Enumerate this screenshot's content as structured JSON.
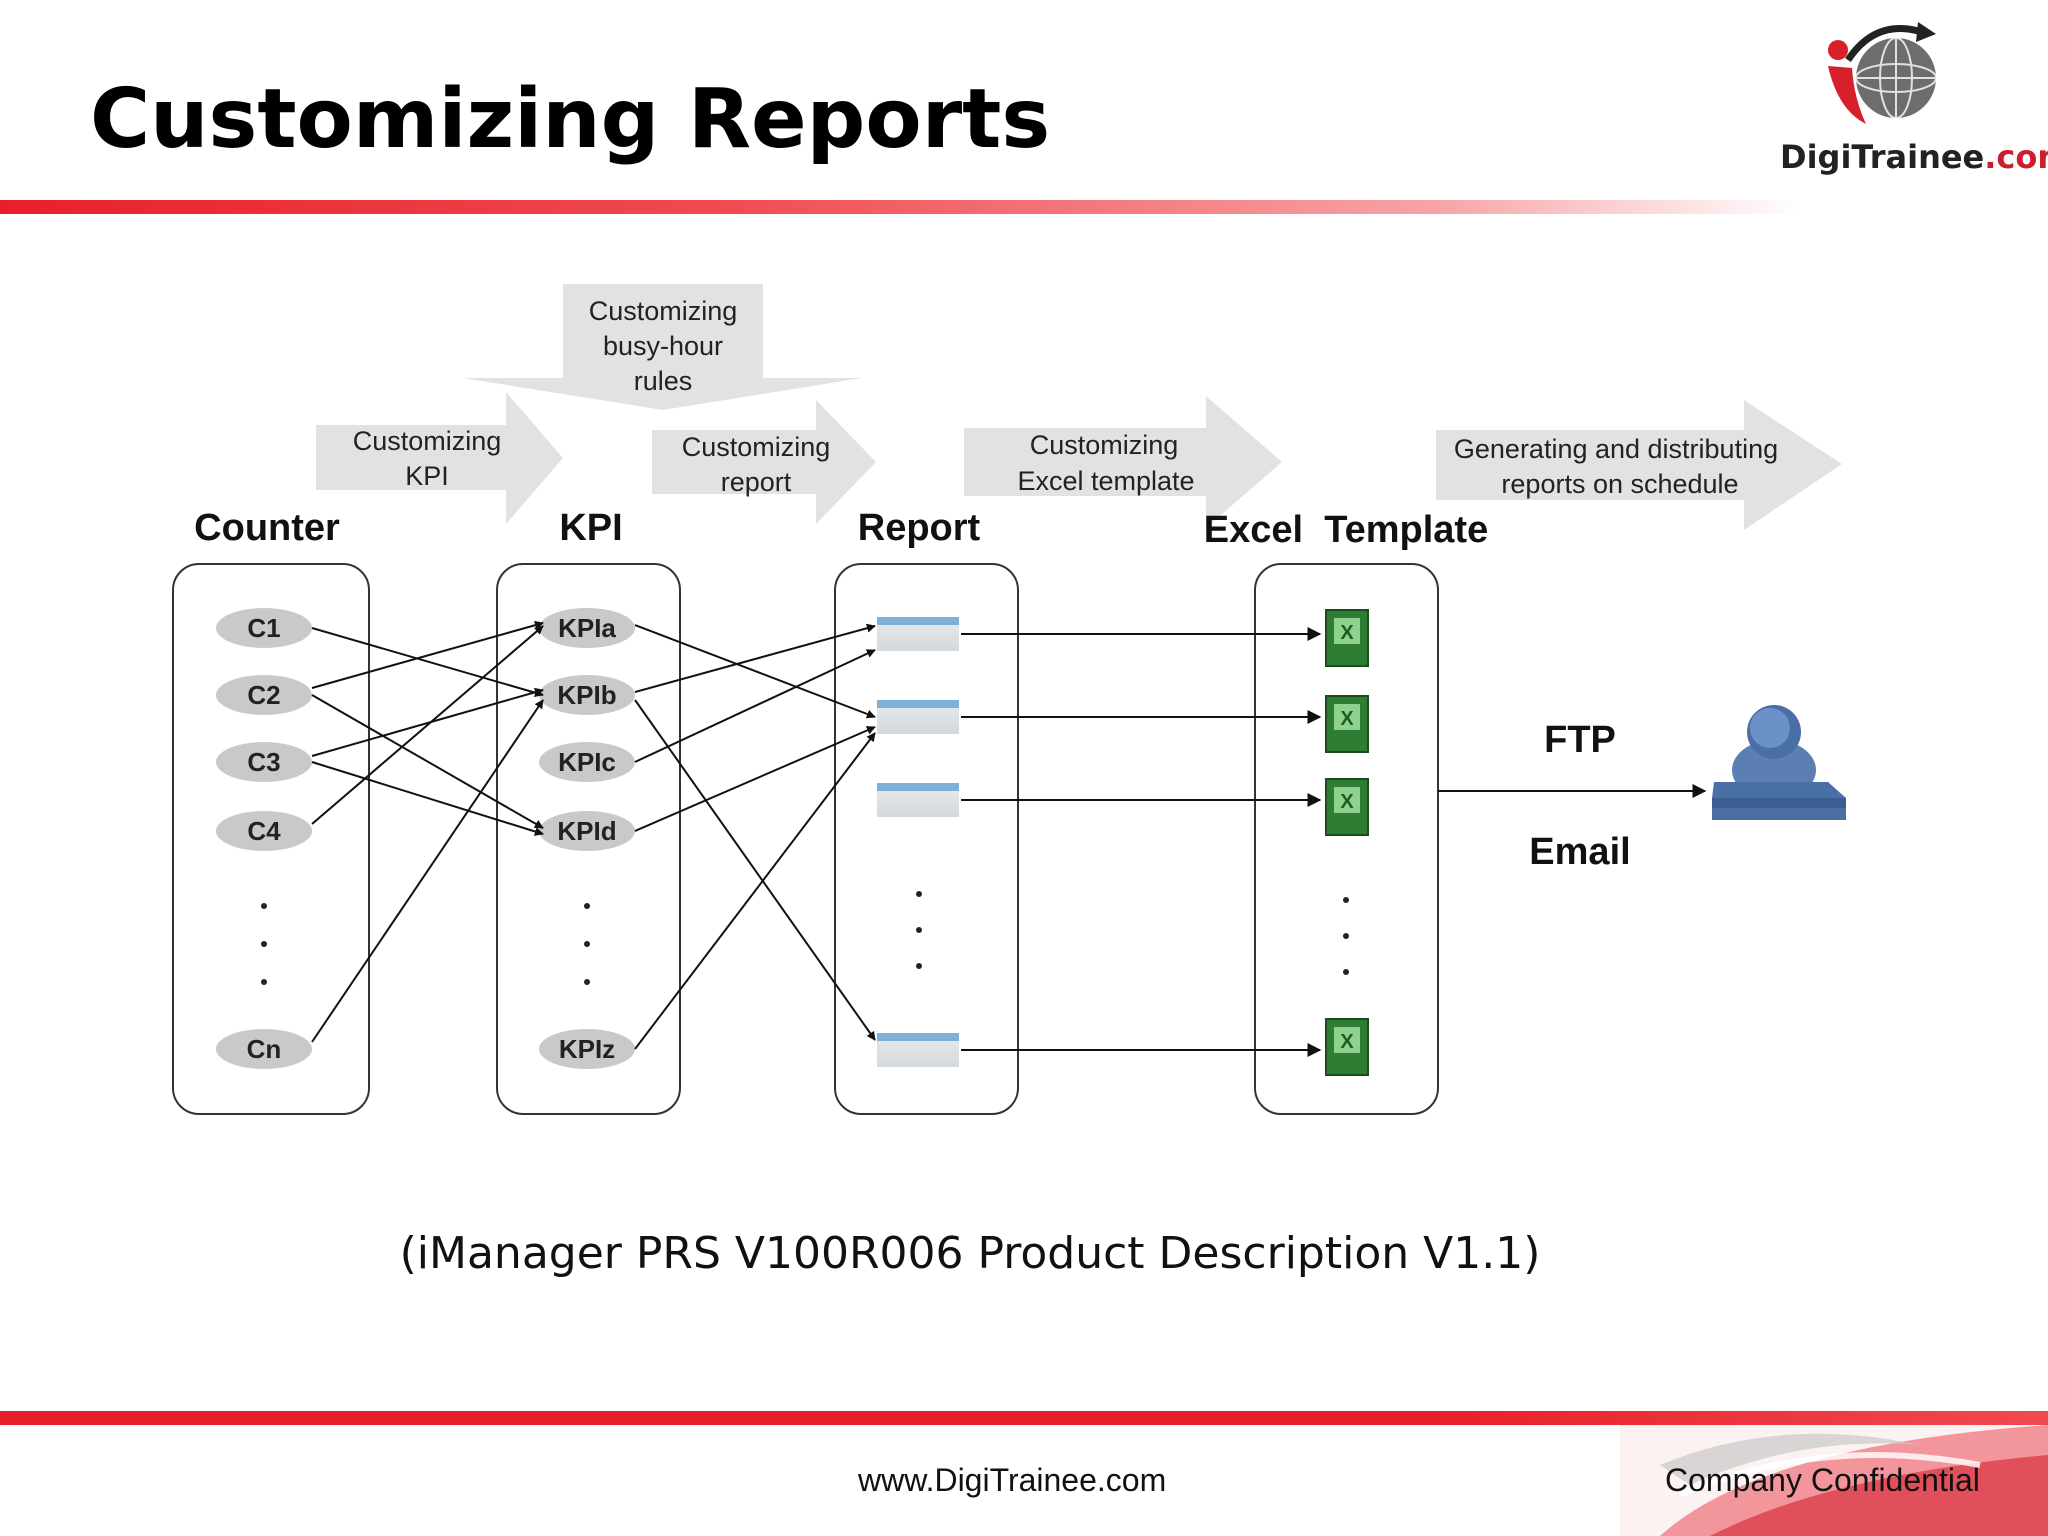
{
  "slide": {
    "title": "Customizing Reports"
  },
  "logo": {
    "brand": "DigiTrainee",
    "suffix": ".com"
  },
  "diagram": {
    "columns": [
      {
        "label": "Counter"
      },
      {
        "label": "KPI"
      },
      {
        "label": "Report"
      },
      {
        "label": "Excel  Template"
      }
    ],
    "steps": [
      {
        "line1": "Customizing",
        "line2": "busy-hour",
        "line3": "rules"
      },
      {
        "line1": "Customizing",
        "line2": "KPI"
      },
      {
        "line1": "Customizing",
        "line2": "report"
      },
      {
        "line1": "Customizing",
        "line2": "Excel template"
      },
      {
        "line1": "Generating and distributing",
        "line2": "reports on schedule"
      }
    ],
    "counters": [
      "C1",
      "C2",
      "C3",
      "C4",
      "Cn"
    ],
    "kpis": [
      "KPIa",
      "KPIb",
      "KPIc",
      "KPId",
      "KPIz"
    ],
    "channels": {
      "ftp": "FTP",
      "email": "Email"
    },
    "icons": {
      "report_icon": "report-sheet-icon",
      "excel_icon": "excel-file-icon",
      "user_icon": "user-terminal-icon"
    }
  },
  "caption": "(iManager PRS V100R006 Product Description V1.1)",
  "footer": {
    "url": "www.DigiTrainee.com",
    "confidential": "Company Confidential"
  },
  "colors": {
    "accent": "#e8202b",
    "excel_green": "#2e7d32",
    "user_blue": "#4a6fa5"
  }
}
